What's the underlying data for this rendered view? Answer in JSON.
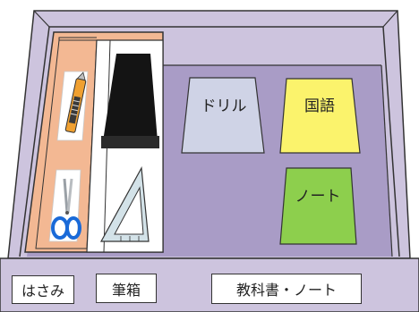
{
  "colors": {
    "box_fill": "#cdc4de",
    "box_inner_floor": "#a99cc6",
    "orange_tray": "#f3b893",
    "item_card": "#ffffff",
    "drill_book": "#cfd3e6",
    "japanese_book": "#fbf36c",
    "notebook": "#8dcf4d",
    "outline": "#333333"
  },
  "books": {
    "drill": "ドリル",
    "japanese": "国語",
    "note": "ノート"
  },
  "labels": {
    "scissors": "はさみ",
    "pencil_case": "筆箱",
    "textbooks": "教科書・ノート"
  },
  "icons": [
    "cutter-knife-icon",
    "scissors-icon",
    "pencil-case-icon",
    "triangle-ruler-icon"
  ]
}
